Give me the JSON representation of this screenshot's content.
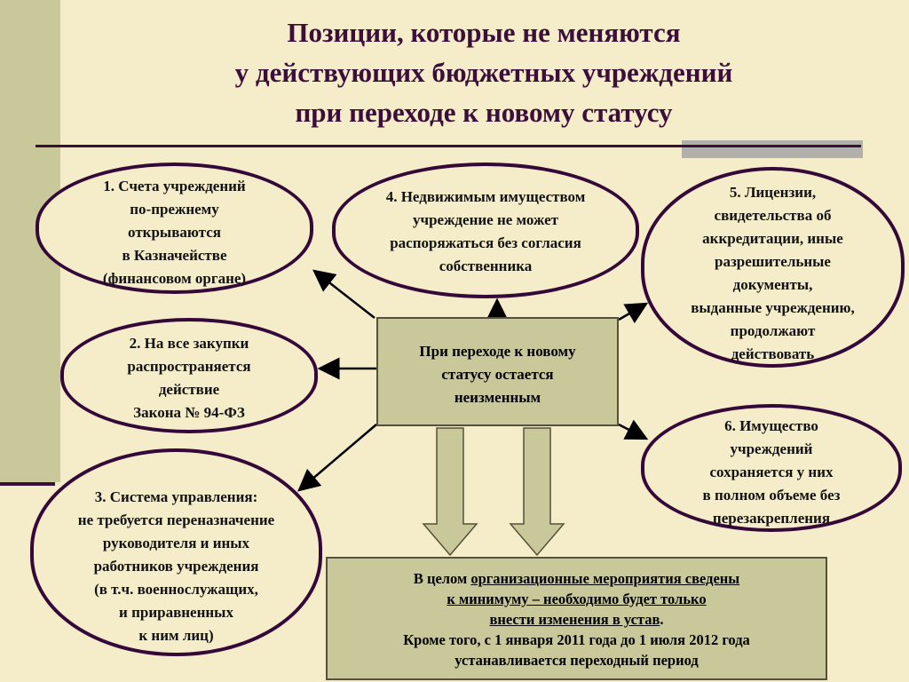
{
  "title": [
    "Позиции, которые не меняются",
    "у действующих бюджетных учреждений",
    "при переходе к новому статусу"
  ],
  "center": [
    "При переходе к новому",
    "статусу остается",
    "неизменным"
  ],
  "boxes": {
    "b1": [
      "1. Счета учреждений",
      "по-прежнему",
      "открываются",
      "в Казначействе",
      "(финансовом органе)"
    ],
    "b2": [
      "2. На все закупки",
      "распространяется",
      "действие",
      "Закона № 94-ФЗ"
    ],
    "b3": [
      "3. Система управления:",
      "не требуется переназначение",
      "руководителя и иных",
      "работников учреждения",
      "(в т.ч. военнослужащих,",
      "и приравненных",
      "к ним лиц)"
    ],
    "b4": [
      "4. Недвижимым имуществом",
      "учреждение не может",
      "распоряжаться без согласия",
      "собственника"
    ],
    "b5": [
      "5. Лицензии,",
      "свидетельства об",
      "аккредитации, иные",
      "разрешительные",
      "документы,",
      "выданные учреждению,",
      "продолжают",
      "действовать"
    ],
    "b6": [
      "6. Имущество",
      "учреждений",
      "сохраняется у них",
      "в полном объеме без",
      "перезакрепления"
    ]
  },
  "bottom": {
    "l1a": "В целом ",
    "l1b": "организационные мероприятия сведены",
    "l2": "к минимуму – необходимо будет только ",
    "l3a": "внести изменения в устав",
    "l3b": ".",
    "l4": "Кроме того, с 1 января 2011 года до 1 июля 2012 года",
    "l5": "устанавливается переходный период"
  },
  "colors": {
    "background": "#f5ecc9",
    "olive": "#c9c89b",
    "border": "#34093a"
  }
}
